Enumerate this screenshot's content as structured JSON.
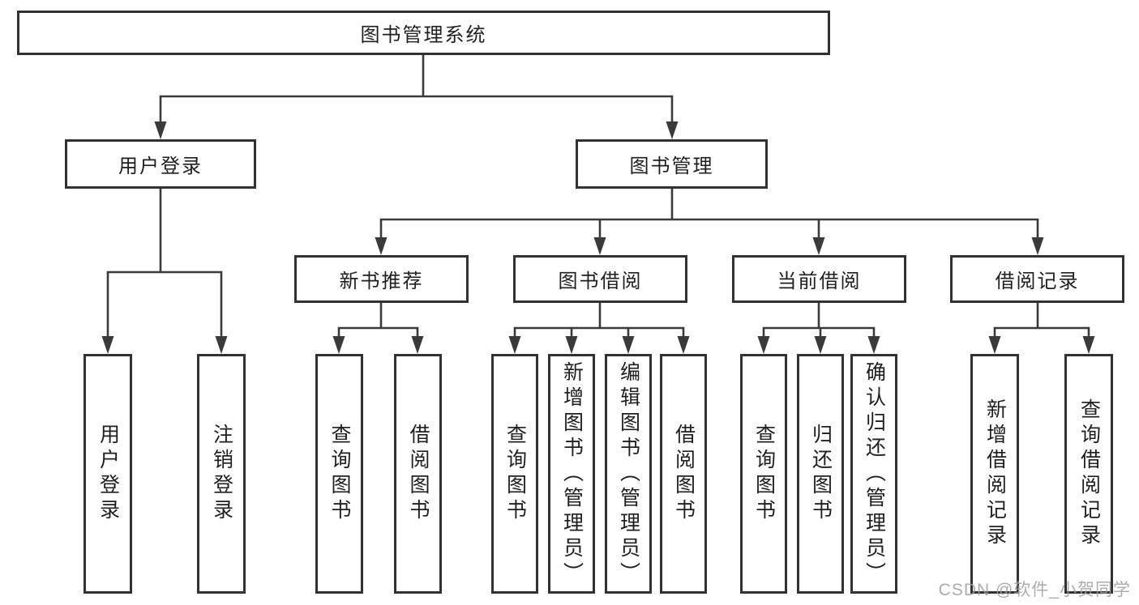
{
  "tree": {
    "root": {
      "label": "图书管理系统"
    },
    "branches": [
      {
        "label": "用户登录",
        "children": [
          {
            "label": "用户登录"
          },
          {
            "label": "注销登录"
          }
        ]
      },
      {
        "label": "图书管理",
        "children": [
          {
            "label": "新书推荐",
            "children": [
              {
                "label": "查询图书"
              },
              {
                "label": "借阅图书"
              }
            ]
          },
          {
            "label": "图书借阅",
            "children": [
              {
                "label": "查询图书"
              },
              {
                "label": "新增图书（管理员）"
              },
              {
                "label": "编辑图书（管理员）"
              },
              {
                "label": "借阅图书"
              }
            ]
          },
          {
            "label": "当前借阅",
            "children": [
              {
                "label": "查询图书"
              },
              {
                "label": "归还图书"
              },
              {
                "label": "确认归还（管理员）"
              }
            ]
          },
          {
            "label": "借阅记录",
            "children": [
              {
                "label": "新增借阅记录"
              },
              {
                "label": "查询借阅记录"
              }
            ]
          }
        ]
      }
    ]
  },
  "watermark": {
    "text": "CSDN @软件_小贺同学"
  },
  "colors": {
    "line": "#3a3a3a",
    "box_border": "#323232",
    "text": "#1f1f1f",
    "watermark": "#9e9e9e",
    "background": "#ffffff"
  }
}
